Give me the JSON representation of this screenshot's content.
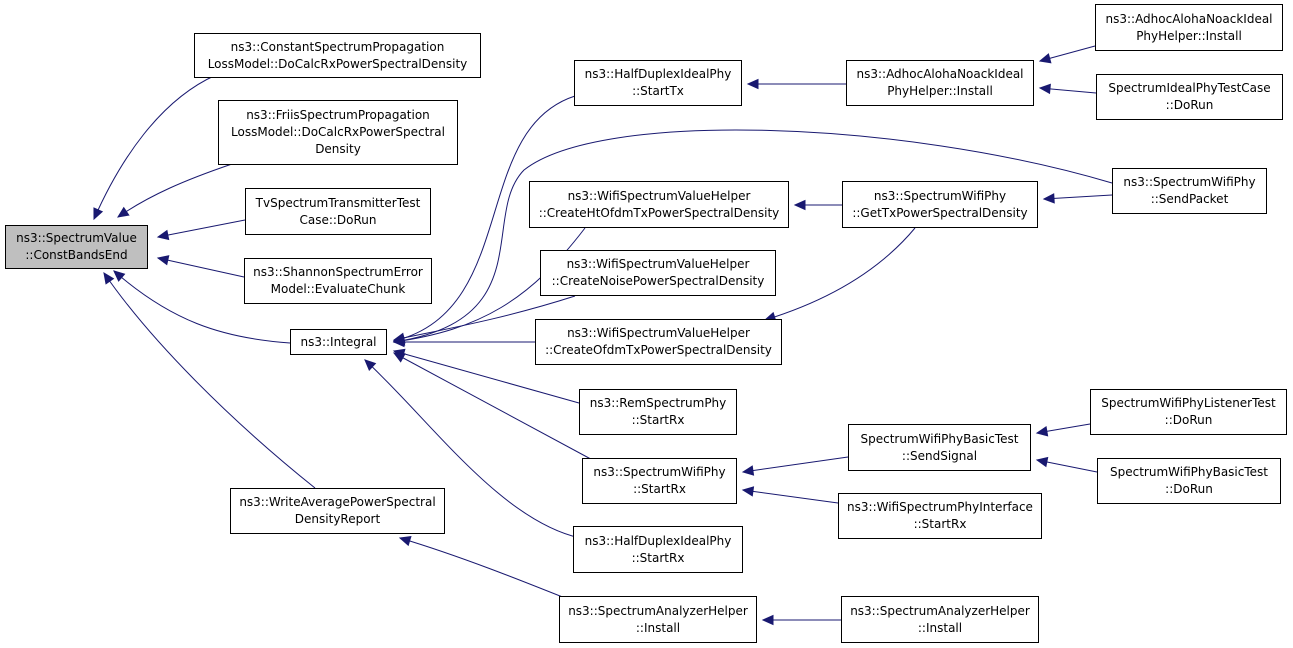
{
  "colors": {
    "edge": "#191970",
    "border": "#000000",
    "root_fill": "#bfbfbf",
    "node_fill": "#ffffff"
  },
  "nodes": {
    "root": {
      "lines": [
        "ns3::SpectrumValue",
        "::ConstBandsEnd"
      ]
    },
    "cspl": {
      "lines": [
        "ns3::ConstantSpectrumPropagation",
        "LossModel::DoCalcRxPowerSpectralDensity"
      ]
    },
    "friis": {
      "lines": [
        "ns3::FriisSpectrumPropagation",
        "LossModel::DoCalcRxPowerSpectral",
        "Density"
      ]
    },
    "tvtest": {
      "lines": [
        "TvSpectrumTransmitterTest",
        "Case::DoRun"
      ]
    },
    "shannon": {
      "lines": [
        "ns3::ShannonSpectrumError",
        "Model::EvaluateChunk"
      ]
    },
    "integral": {
      "lines": [
        "ns3::Integral"
      ]
    },
    "wapsd": {
      "lines": [
        "ns3::WriteAveragePowerSpectral",
        "DensityReport"
      ]
    },
    "hdtx": {
      "lines": [
        "ns3::HalfDuplexIdealPhy",
        "::StartTx"
      ]
    },
    "htofdm": {
      "lines": [
        "ns3::WifiSpectrumValueHelper",
        "::CreateHtOfdmTxPowerSpectralDensity"
      ]
    },
    "noise": {
      "lines": [
        "ns3::WifiSpectrumValueHelper",
        "::CreateNoisePowerSpectralDensity"
      ]
    },
    "ofdm": {
      "lines": [
        "ns3::WifiSpectrumValueHelper",
        "::CreateOfdmTxPowerSpectralDensity"
      ]
    },
    "remrx": {
      "lines": [
        "ns3::RemSpectrumPhy",
        "::StartRx"
      ]
    },
    "swprx": {
      "lines": [
        "ns3::SpectrumWifiPhy",
        "::StartRx"
      ]
    },
    "hdrx": {
      "lines": [
        "ns3::HalfDuplexIdealPhy",
        "::StartRx"
      ]
    },
    "sahinst": {
      "lines": [
        "ns3::SpectrumAnalyzerHelper",
        "::Install"
      ]
    },
    "aloha": {
      "lines": [
        "ns3::AdhocAlohaNoackIdeal",
        "PhyHelper::Install"
      ]
    },
    "gettx": {
      "lines": [
        "ns3::SpectrumWifiPhy",
        "::GetTxPowerSpectralDensity"
      ]
    },
    "sendsig": {
      "lines": [
        "SpectrumWifiPhyBasicTest",
        "::SendSignal"
      ]
    },
    "wspi": {
      "lines": [
        "ns3::WifiSpectrumPhyInterface",
        "::StartRx"
      ]
    },
    "sahinst2": {
      "lines": [
        "ns3::SpectrumAnalyzerHelper",
        "::Install"
      ]
    },
    "aloha2": {
      "lines": [
        "ns3::AdhocAlohaNoackIdeal",
        "PhyHelper::Install"
      ]
    },
    "idealtest": {
      "lines": [
        "SpectrumIdealPhyTestCase",
        "::DoRun"
      ]
    },
    "sendpkt": {
      "lines": [
        "ns3::SpectrumWifiPhy",
        "::SendPacket"
      ]
    },
    "listener": {
      "lines": [
        "SpectrumWifiPhyListenerTest",
        "::DoRun"
      ]
    },
    "basictest": {
      "lines": [
        "SpectrumWifiPhyBasicTest",
        "::DoRun"
      ]
    }
  },
  "edges": [
    {
      "from": "cspl",
      "to": "root"
    },
    {
      "from": "friis",
      "to": "root"
    },
    {
      "from": "tvtest",
      "to": "root"
    },
    {
      "from": "shannon",
      "to": "root"
    },
    {
      "from": "integral",
      "to": "root"
    },
    {
      "from": "wapsd",
      "to": "root"
    },
    {
      "from": "hdtx",
      "to": "integral"
    },
    {
      "from": "sendpkt",
      "to": "integral"
    },
    {
      "from": "htofdm",
      "to": "integral"
    },
    {
      "from": "noise",
      "to": "integral"
    },
    {
      "from": "ofdm",
      "to": "integral"
    },
    {
      "from": "remrx",
      "to": "integral"
    },
    {
      "from": "swprx",
      "to": "integral"
    },
    {
      "from": "hdrx",
      "to": "integral"
    },
    {
      "from": "sahinst",
      "to": "wapsd"
    },
    {
      "from": "aloha",
      "to": "hdtx"
    },
    {
      "from": "gettx",
      "to": "htofdm"
    },
    {
      "from": "gettx",
      "to": "ofdm"
    },
    {
      "from": "sendsig",
      "to": "swprx"
    },
    {
      "from": "wspi",
      "to": "swprx"
    },
    {
      "from": "sahinst2",
      "to": "sahinst"
    },
    {
      "from": "aloha2",
      "to": "aloha"
    },
    {
      "from": "idealtest",
      "to": "aloha"
    },
    {
      "from": "sendpkt",
      "to": "gettx"
    },
    {
      "from": "listener",
      "to": "sendsig"
    },
    {
      "from": "basictest",
      "to": "sendsig"
    }
  ]
}
